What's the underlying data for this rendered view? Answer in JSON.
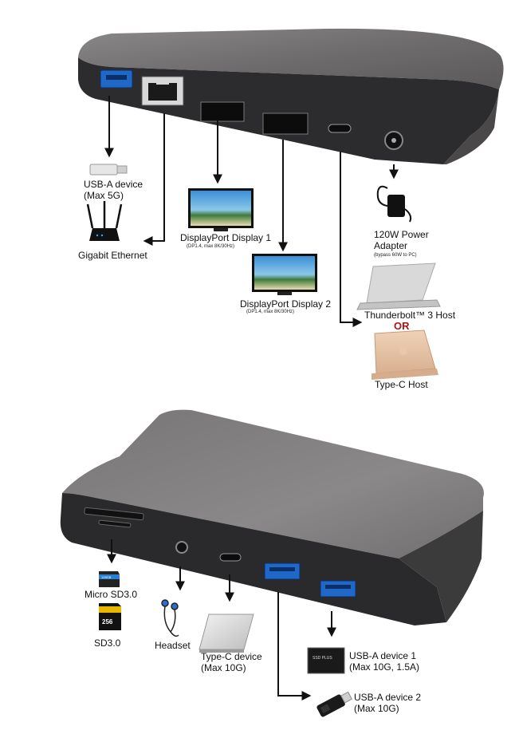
{
  "top_section": {
    "usb_a": {
      "line1": "USB-A device",
      "line2": "(Max 5G)"
    },
    "ethernet": {
      "label": "Gigabit Ethernet"
    },
    "dp1": {
      "label": "DisplayPort Display 1",
      "note": "(DP1.4, max 8K/30Hz)"
    },
    "dp2": {
      "label": "DisplayPort Display 2",
      "note": "(DP1.4, max 8K/30Hz)"
    },
    "power": {
      "line1": "120W Power",
      "line2": "Adapter",
      "note": "(bypass 60W to PC)"
    },
    "tb_host": {
      "label": "Thunderbolt™ 3 Host"
    },
    "or_text": "OR",
    "typec_host": {
      "label": "Type-C Host"
    }
  },
  "bottom_section": {
    "micro_sd": {
      "label": "Micro SD3.0",
      "card_text": "128GB"
    },
    "sd": {
      "label": "SD3.0",
      "card_text": "256"
    },
    "headset": {
      "label": "Headset"
    },
    "typec_device": {
      "line1": "Type-C device",
      "line2": "(Max 10G)"
    },
    "usb_a1": {
      "line1": "USB-A device 1",
      "line2": "(Max 10G, 1.5A)",
      "ssd_text": "SSD PLUS"
    },
    "usb_a2": {
      "line1": "USB-A device 2",
      "line2": "(Max 10G)"
    }
  },
  "colors": {
    "dock_top": "#7c7a7a",
    "dock_face": "#2b2b2d",
    "usb_blue": "#1f68c8",
    "or_red": "#b0121a"
  }
}
